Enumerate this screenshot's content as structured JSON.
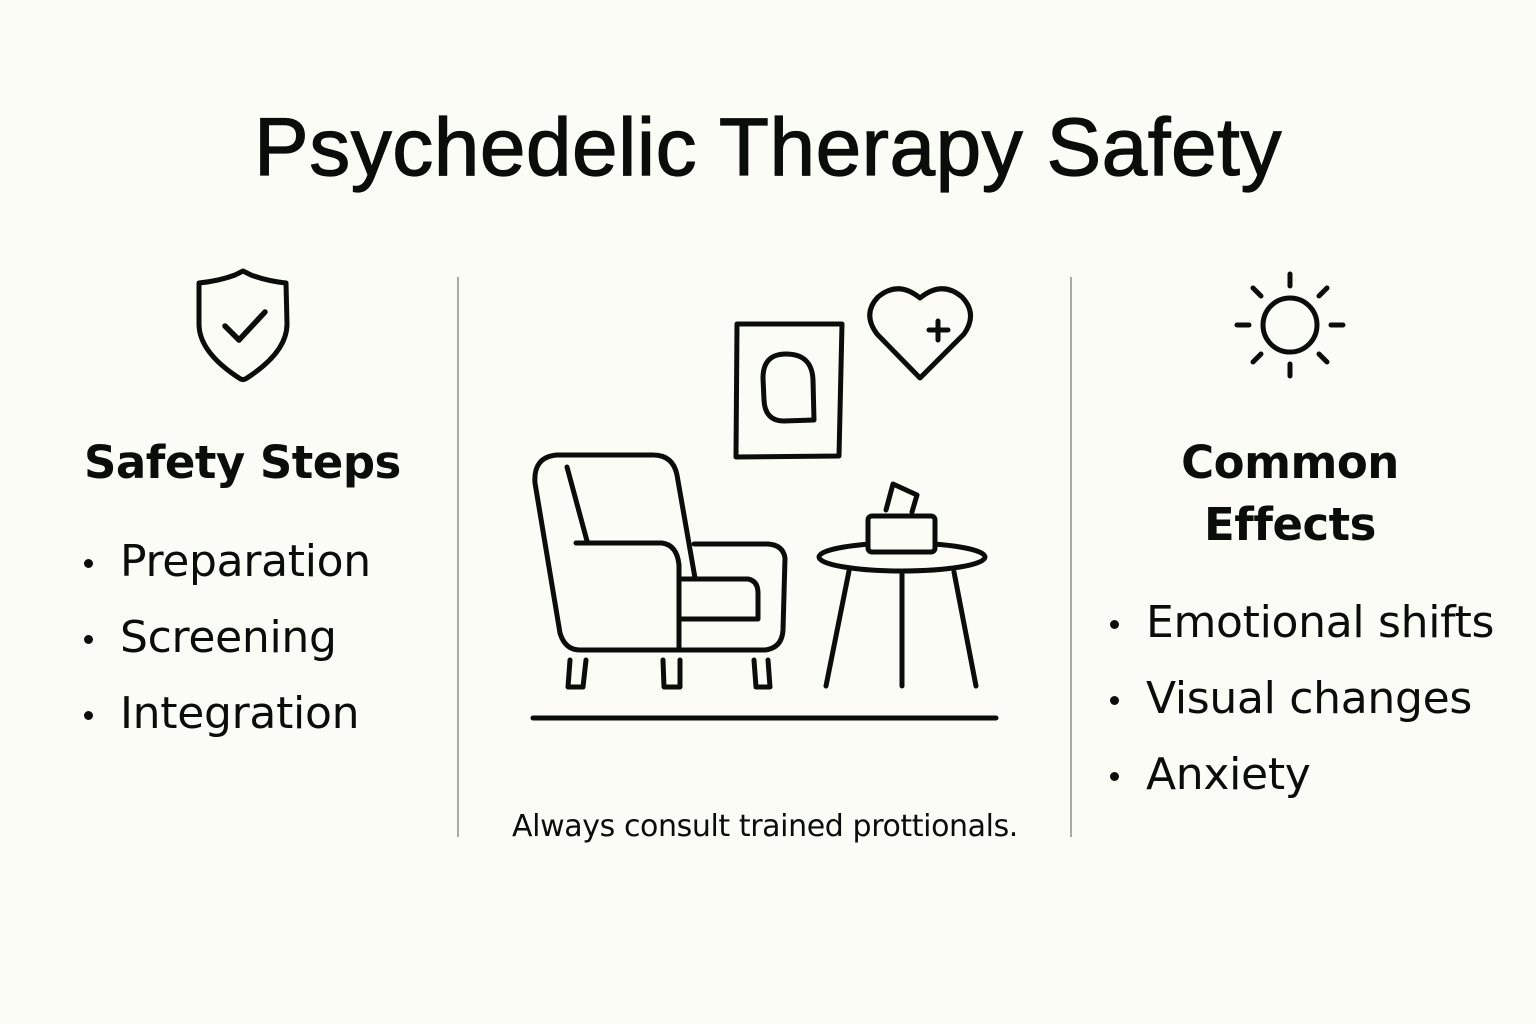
{
  "title": "Psychedelic Therapy Safety",
  "colors": {
    "background": "#fcfcf7",
    "text": "#0b0d0a",
    "divider": "#a9a9a5"
  },
  "left_panel": {
    "icon": "shield-check-icon",
    "heading": "Safety Steps",
    "items": [
      "Preparation",
      "Screening",
      "Integration"
    ]
  },
  "center_panel": {
    "illustration": {
      "elements": [
        "armchair-icon",
        "framed-picture-icon",
        "heart-plus-icon",
        "side-table-icon",
        "tissue-box-icon",
        "floor-line"
      ]
    },
    "note": "Always consult trained prottionals."
  },
  "right_panel": {
    "icon": "sun-icon",
    "heading_line1": "Common",
    "heading_line2": "Effects",
    "items": [
      "Emotional shifts",
      "Visual changes",
      "Anxiety"
    ]
  }
}
